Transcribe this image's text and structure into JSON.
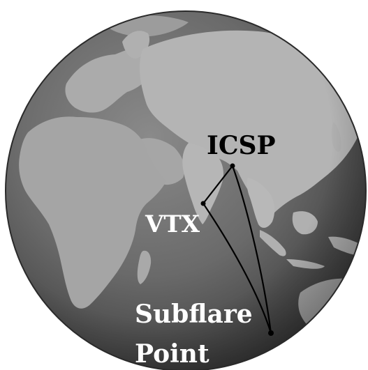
{
  "labels": {
    "icsp": "ICSP",
    "vtx": "VTX",
    "subflare_line1": "Subflare",
    "subflare_line2": "Point"
  },
  "colors": {
    "ocean": "#6f6f6f",
    "ocean_dark": "#3c3c3c",
    "land": "#a9a9a9",
    "land_light": "#c2c2c2",
    "path": "#000000",
    "label_dark": "#000000",
    "label_light": "#ffffff"
  }
}
